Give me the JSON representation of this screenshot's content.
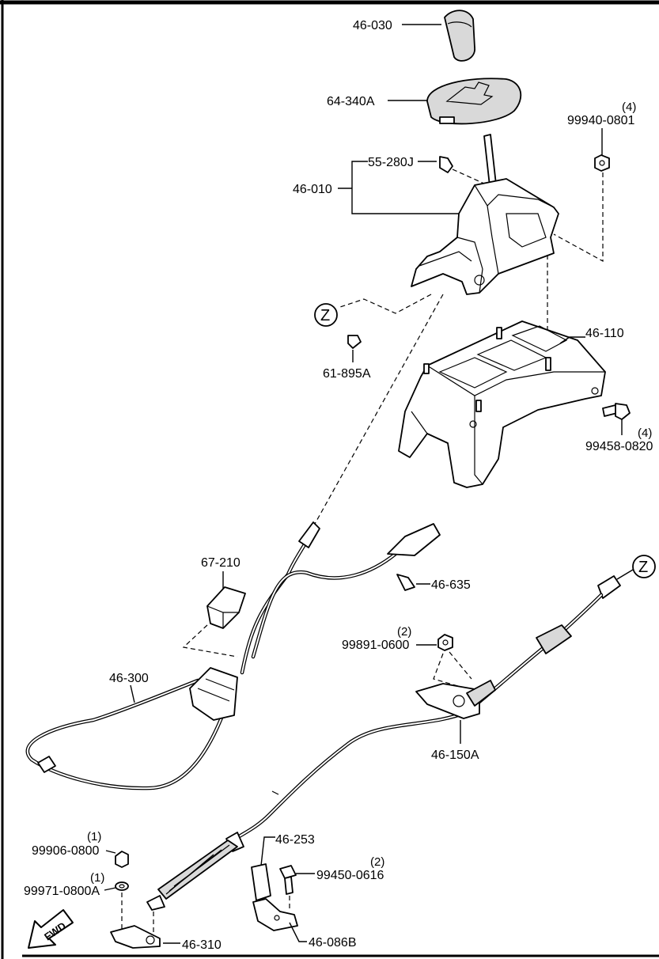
{
  "parts": {
    "p46_030": "46-030",
    "p64_340A": "64-340A",
    "p99940_0801": "99940-0801",
    "q99940_0801": "(4)",
    "p55_280J": "55-280J",
    "p46_010": "46-010",
    "p46_110": "46-110",
    "p61_895A": "61-895A",
    "p99458_0820": "99458-0820",
    "q99458_0820": "(4)",
    "p67_210": "67-210",
    "p46_635": "46-635",
    "p99891_0600": "99891-0600",
    "q99891_0600": "(2)",
    "p46_300": "46-300",
    "p46_150A": "46-150A",
    "p99906_0800": "99906-0800",
    "q99906_0800": "(1)",
    "p46_253": "46-253",
    "p99450_0616": "99450-0616",
    "q99450_0616": "(2)",
    "p99971_0800A": "99971-0800A",
    "q99971_0800A": "(1)",
    "p46_310": "46-310",
    "p46_086B": "46-086B"
  },
  "refs": {
    "z_top": "Z",
    "z_right": "Z",
    "fwd": "FWD"
  },
  "icons": {
    "fwd_arrow": "fwd-arrow-icon",
    "ref_circle": "reference-circle-icon"
  },
  "colors": {
    "line": "#000000",
    "background": "#ffffff",
    "shade": "#d9d9d9"
  }
}
